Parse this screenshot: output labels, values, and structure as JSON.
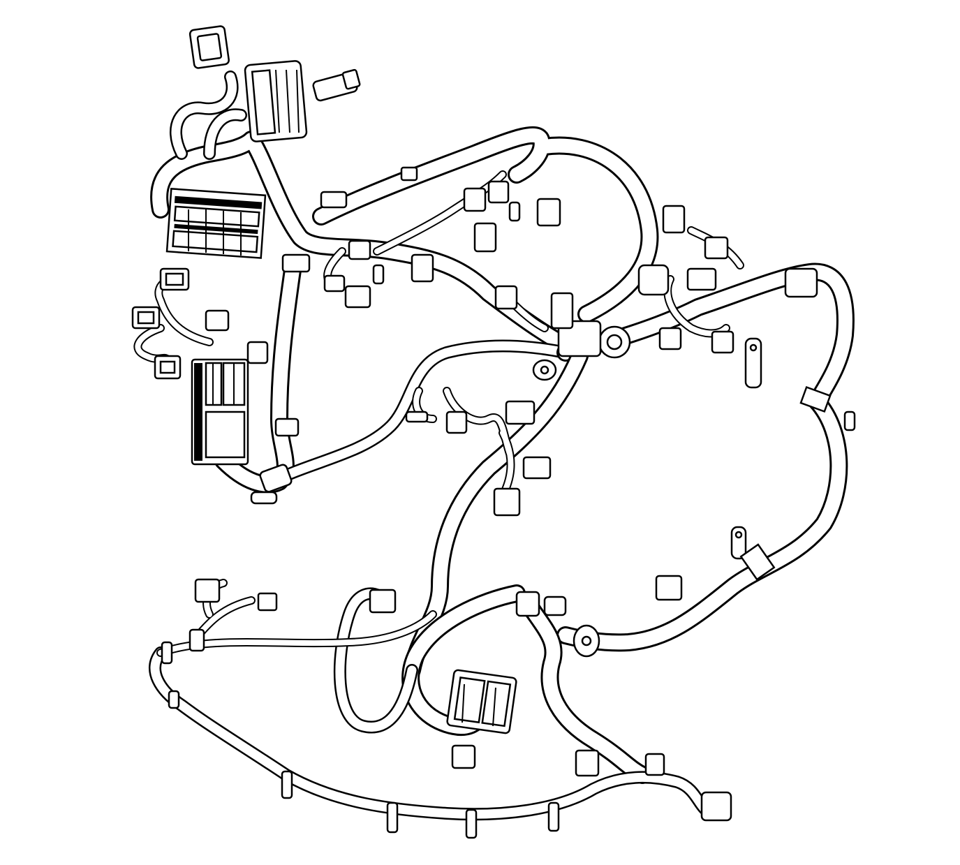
{
  "diagram": {
    "colors": {
      "stroke": "#000000",
      "fill": "#ffffff"
    },
    "components": [
      "fuse-block",
      "relay-box",
      "engine-connector",
      "inline-connector",
      "harness-clip",
      "ground-terminal",
      "pcm-connector"
    ]
  }
}
